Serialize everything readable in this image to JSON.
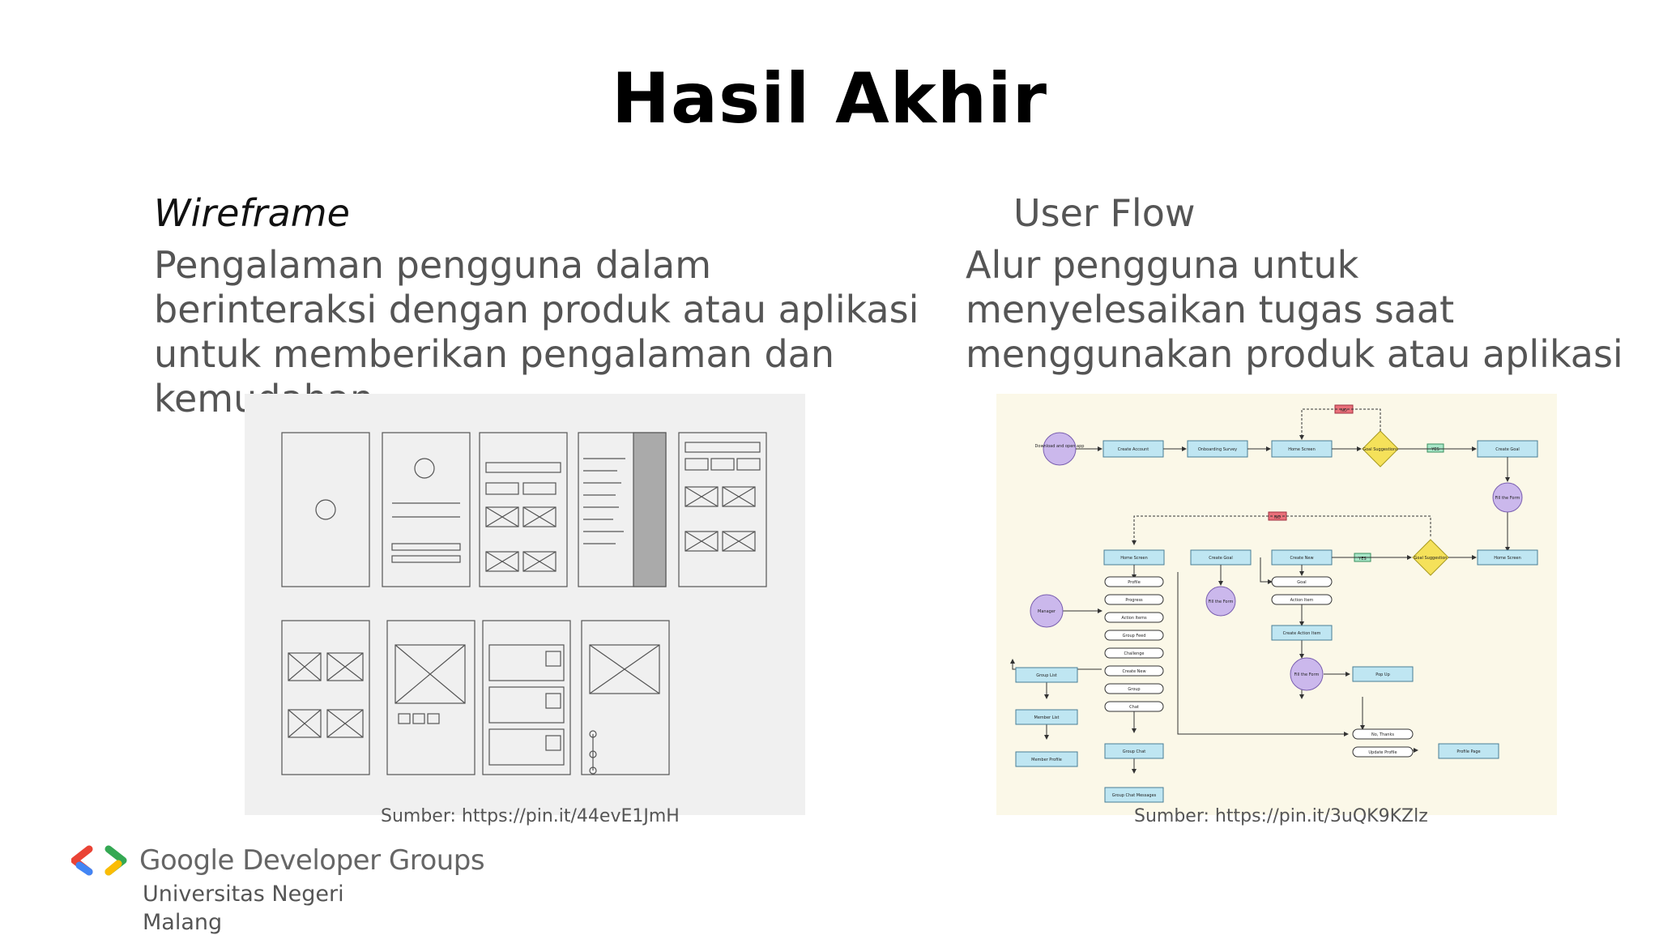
{
  "slide": {
    "title": "Hasil Akhir",
    "wireframe": {
      "heading": "Wireframe",
      "description": "Pengalaman pengguna dalam berinteraksi dengan produk atau aplikasi untuk memberikan pengalaman dan kemudahan",
      "source": "Sumber: https://pin.it/44evE1JmH"
    },
    "userflow": {
      "heading": "User Flow",
      "description": "Alur pengguna untuk menyelesaikan tugas saat menggunakan produk atau aplikasi",
      "source": "Sumber: https://pin.it/3uQK9KZlz"
    }
  },
  "footer": {
    "brand": "Google Developer Groups",
    "org_line1": "Universitas Negeri",
    "org_line2": "Malang"
  },
  "userflow_diagram": {
    "row1": [
      "Download and open app",
      "Create Account",
      "Onboarding Survey",
      "Home Screen",
      "Goal Suggestions",
      "Create Goal"
    ],
    "labels": {
      "yes": "YES",
      "no": "NO",
      "fill_form": "Fill the Form",
      "manager": "Manager"
    },
    "row2": [
      "Home Screen",
      "Create Goal",
      "Create New",
      "Goal Suggestion",
      "Home Screen"
    ],
    "menu": [
      "Profile",
      "Progress",
      "Action Items",
      "Group Feed",
      "Challenge",
      "Create New",
      "Group",
      "Chat"
    ],
    "create_new_opts": [
      "Goal",
      "Action Item",
      "Create Action Item"
    ],
    "group_items": [
      "Group List",
      "Member List",
      "Member Profile",
      "Group Chat",
      "Group Chat Messages"
    ],
    "end_items": [
      "Pop Up",
      "No, Thanks",
      "Update Profile",
      "Profile Page"
    ]
  },
  "colors": {
    "node_fill": "#bfe6f2",
    "node_stroke": "#4a7e96",
    "decision_fill": "#f5e15a",
    "circle_fill": "#cbb8ec",
    "yes_fill": "#a8e6c8",
    "no_fill": "#e9707a",
    "panel_bg": "#fbf8e8"
  }
}
